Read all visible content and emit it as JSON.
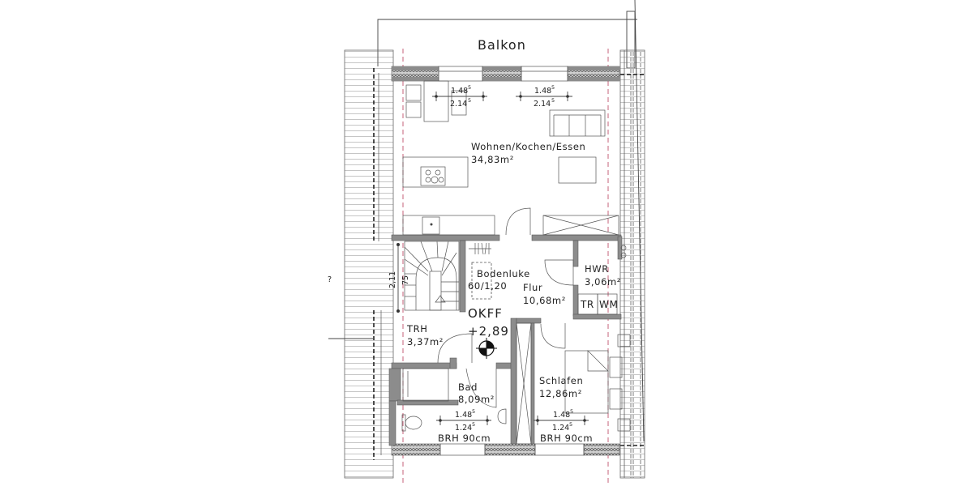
{
  "plan": {
    "balcony_label": "Balkon",
    "rooms": [
      {
        "id": "wohnen",
        "name": "Wohnen/Kochen/Essen",
        "area": "34,83m²"
      },
      {
        "id": "trh",
        "name": "TRH",
        "area": "3,37m²"
      },
      {
        "id": "flur",
        "name": "Flur",
        "area": "10,68m²"
      },
      {
        "id": "hwr",
        "name": "HWR",
        "area": "3,06m²"
      },
      {
        "id": "bad",
        "name": "Bad",
        "area": "8,09m²"
      },
      {
        "id": "schlafen",
        "name": "Schlafen",
        "area": "12,86m²"
      }
    ],
    "attic_hatch": {
      "label": "Bodenluke",
      "size": "60/1,20"
    },
    "level_marker": {
      "label": "OKFF",
      "value": "+2,89"
    },
    "appliances": {
      "dryer": "TR",
      "washer": "WM"
    },
    "stair_dims": {
      "height": "2,11",
      "width": "75"
    },
    "windows": [
      {
        "id": "win-living-left",
        "width": "1.48",
        "width_sup": "5",
        "height": "2.14",
        "height_sup": "5"
      },
      {
        "id": "win-living-right",
        "width": "1.48",
        "width_sup": "5",
        "height": "2.14",
        "height_sup": "5"
      },
      {
        "id": "win-bad",
        "width": "1.48",
        "width_sup": "5",
        "height": "1.24",
        "height_sup": "5",
        "sill": "BRH 90cm"
      },
      {
        "id": "win-schlafen",
        "width": "1.48",
        "width_sup": "5",
        "height": "1.24",
        "height_sup": "5",
        "sill": "BRH 90cm"
      }
    ],
    "colors": {
      "wall": "#8c8c8c",
      "line": "#444444",
      "axis_dash": "#c0506a",
      "background": "#ffffff"
    }
  }
}
